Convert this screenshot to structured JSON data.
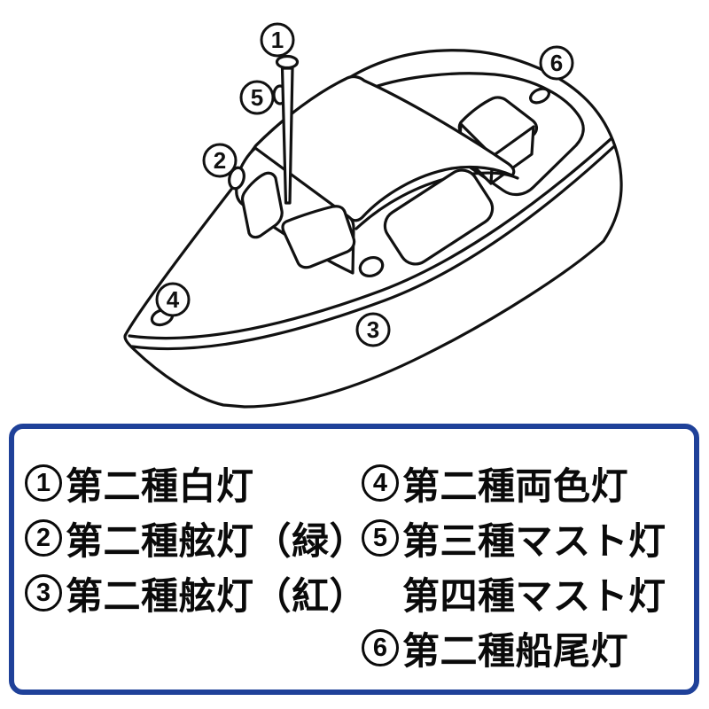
{
  "diagram": {
    "markers": [
      {
        "label": "1"
      },
      {
        "label": "2"
      },
      {
        "label": "3"
      },
      {
        "label": "4"
      },
      {
        "label": "5"
      },
      {
        "label": "6"
      }
    ]
  },
  "legend": {
    "items": [
      {
        "num": "1",
        "text": "第二種白灯"
      },
      {
        "num": "2",
        "text": "第二種舷灯（緑）"
      },
      {
        "num": "3",
        "text": "第二種舷灯（紅）"
      },
      {
        "num": "4",
        "text": "第二種両色灯"
      },
      {
        "num": "5",
        "text": "第三種マスト灯"
      },
      {
        "num": "",
        "text": "第四種マスト灯"
      },
      {
        "num": "6",
        "text": "第二種船尾灯"
      }
    ]
  },
  "colors": {
    "line": "#111111",
    "legend_border": "#1f4199",
    "background": "#ffffff",
    "text": "#0a0a0a"
  }
}
